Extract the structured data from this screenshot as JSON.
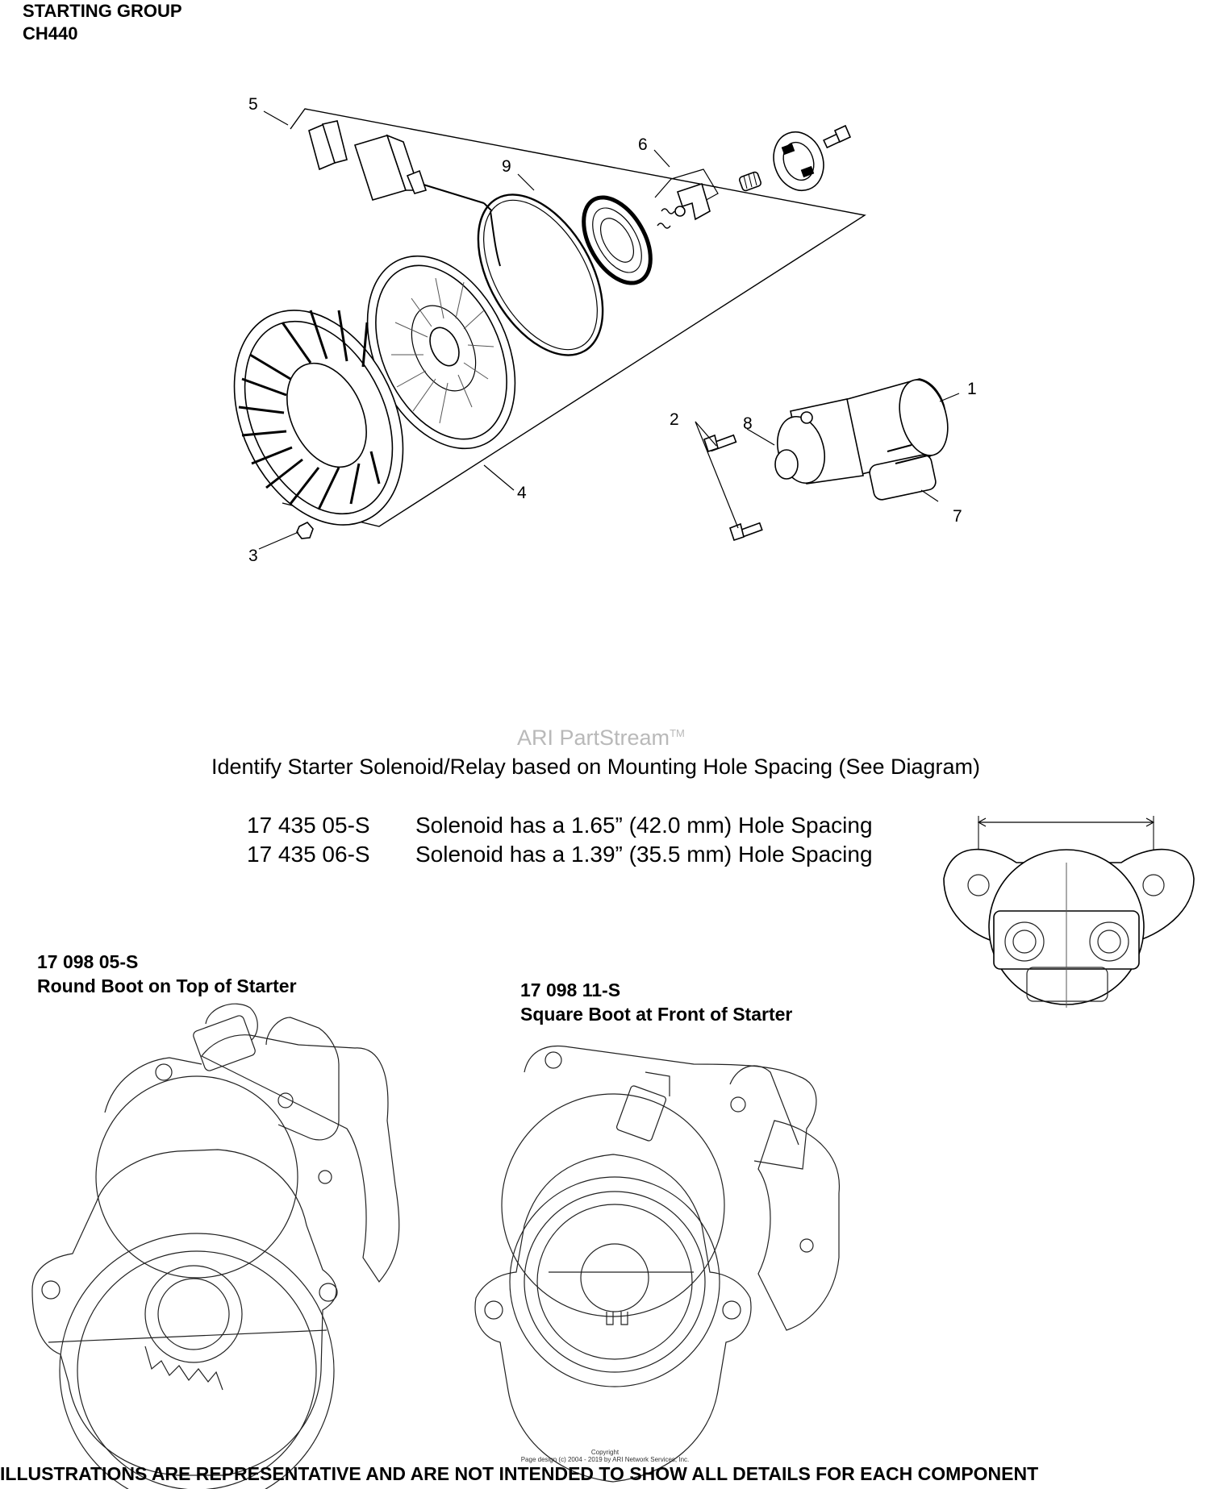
{
  "header": {
    "title": "STARTING GROUP",
    "model": "CH440"
  },
  "callouts": [
    {
      "id": "1",
      "text": "1"
    },
    {
      "id": "2",
      "text": "2"
    },
    {
      "id": "3",
      "text": "3"
    },
    {
      "id": "4",
      "text": "4"
    },
    {
      "id": "5",
      "text": "5"
    },
    {
      "id": "6",
      "text": "6"
    },
    {
      "id": "7",
      "text": "7"
    },
    {
      "id": "8",
      "text": "8"
    },
    {
      "id": "9",
      "text": "9"
    }
  ],
  "watermark": {
    "brand": "ARI PartStream",
    "mark": "TM"
  },
  "solenoid_section": {
    "heading": "Identify Starter Solenoid/Relay based on Mounting Hole Spacing (See Diagram)",
    "rows": [
      {
        "part": "17 435 05-S",
        "desc": "Solenoid has a 1.65” (42.0 mm) Hole Spacing"
      },
      {
        "part": "17 435 06-S",
        "desc": "Solenoid has a 1.39” (35.5 mm) Hole Spacing"
      }
    ]
  },
  "starter_variants": [
    {
      "part": "17 098 05-S",
      "desc": "Round Boot on Top of Starter"
    },
    {
      "part": "17 098 11-S",
      "desc": "Square Boot at Front of Starter"
    }
  ],
  "footer": {
    "copyright_line1": "Copyright",
    "copyright_line2": "Page design (c) 2004 - 2019 by ARI Network Services, Inc.",
    "disclaimer": "ILLUSTRATIONS ARE REPRESENTATIVE AND ARE NOT INTENDED TO SHOW ALL DETAILS FOR EACH COMPONENT"
  }
}
